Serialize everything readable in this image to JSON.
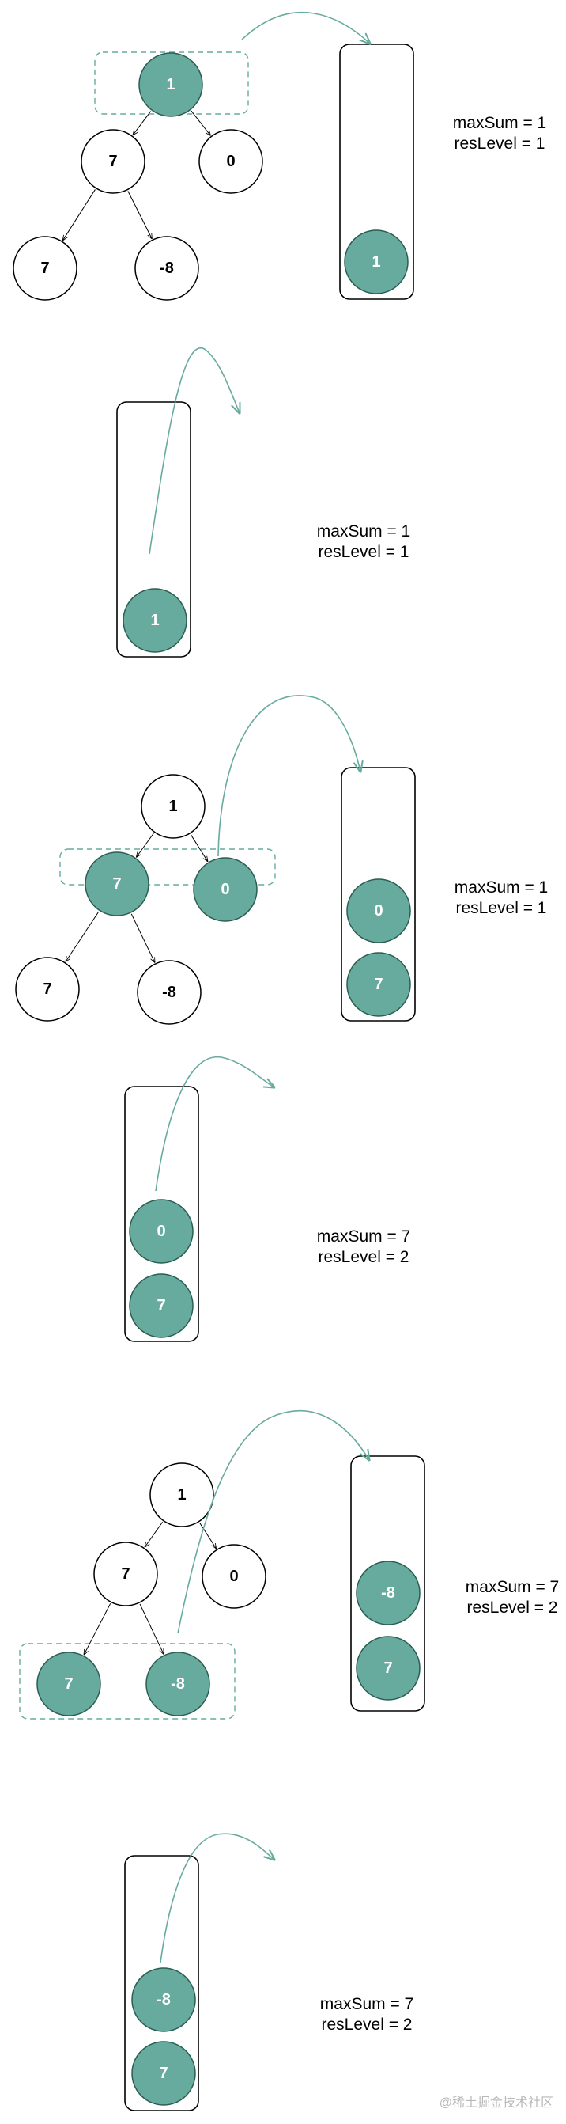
{
  "colors": {
    "node_fill_plain": "#ffffff",
    "node_fill_active": "#67ab9f",
    "node_stroke": "#000000",
    "active_stroke": "#2b5e52",
    "selection_border": "#67ab9f",
    "arrow": "#67ab9f",
    "edge": "#000000"
  },
  "panels": [
    {
      "tree": {
        "nodes": [
          {
            "label": "1",
            "active": true
          },
          {
            "label": "7",
            "active": false
          },
          {
            "label": "0",
            "active": false
          },
          {
            "label": "7",
            "active": false
          },
          {
            "label": "-8",
            "active": false
          }
        ]
      },
      "queue": [
        "1"
      ],
      "stats": {
        "max_sum": "maxSum = 1",
        "res_level": "resLevel = 1"
      }
    },
    {
      "queue": [
        "1"
      ],
      "stats": {
        "max_sum": "maxSum = 1",
        "res_level": "resLevel = 1"
      }
    },
    {
      "tree": {
        "nodes": [
          {
            "label": "1",
            "active": false
          },
          {
            "label": "7",
            "active": true
          },
          {
            "label": "0",
            "active": true
          },
          {
            "label": "7",
            "active": false
          },
          {
            "label": "-8",
            "active": false
          }
        ]
      },
      "queue": [
        "0",
        "7"
      ],
      "stats": {
        "max_sum": "maxSum = 1",
        "res_level": "resLevel = 1"
      }
    },
    {
      "queue": [
        "0",
        "7"
      ],
      "stats": {
        "max_sum": "maxSum = 7",
        "res_level": "resLevel = 2"
      }
    },
    {
      "tree": {
        "nodes": [
          {
            "label": "1",
            "active": false
          },
          {
            "label": "7",
            "active": false
          },
          {
            "label": "0",
            "active": false
          },
          {
            "label": "7",
            "active": true
          },
          {
            "label": "-8",
            "active": true
          }
        ]
      },
      "queue": [
        "-8",
        "7"
      ],
      "stats": {
        "max_sum": "maxSum = 7",
        "res_level": "resLevel = 2"
      }
    },
    {
      "queue": [
        "-8",
        "7"
      ],
      "stats": {
        "max_sum": "maxSum = 7",
        "res_level": "resLevel = 2"
      }
    }
  ],
  "watermark": "@稀土掘金技术社区"
}
